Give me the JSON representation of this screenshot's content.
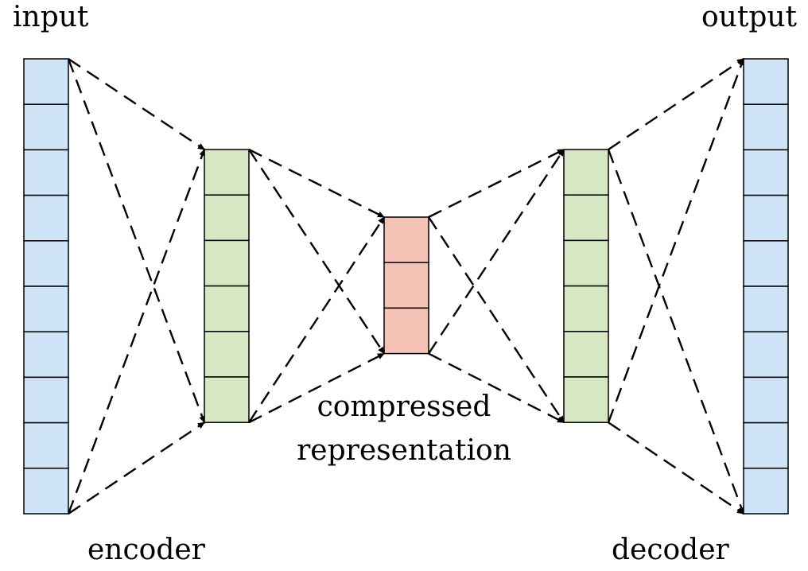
{
  "labels": {
    "input": "input",
    "output": "output",
    "encoder": "encoder",
    "decoder": "decoder",
    "compressed_line1": "compressed",
    "compressed_line2": "representation"
  },
  "layers": [
    {
      "name": "input-layer",
      "units": 10,
      "color": "#cfe4f7"
    },
    {
      "name": "encoder-hidden-layer",
      "units": 6,
      "color": "#d5e8c3"
    },
    {
      "name": "code-layer",
      "units": 3,
      "color": "#f5c2b6"
    },
    {
      "name": "decoder-hidden-layer",
      "units": 6,
      "color": "#d5e8c3"
    },
    {
      "name": "output-layer",
      "units": 10,
      "color": "#cfe4f7"
    }
  ],
  "colors": {
    "input_output": "#cfe4f7",
    "hidden": "#d5e8c3",
    "code": "#f5c2b6",
    "lines": "#000000"
  }
}
